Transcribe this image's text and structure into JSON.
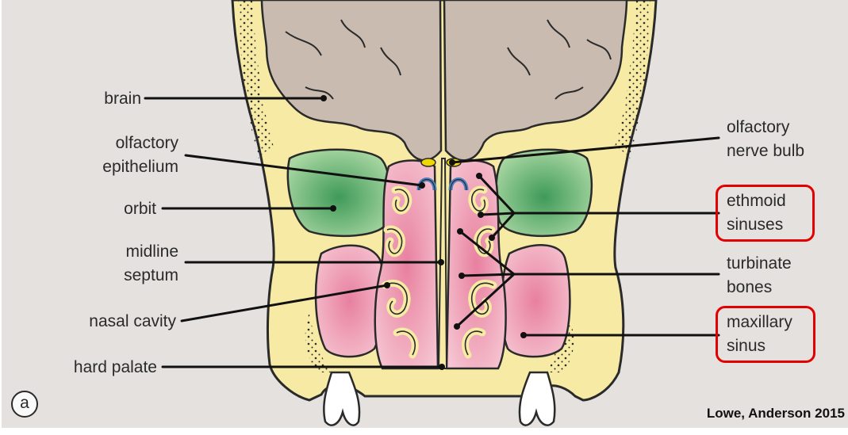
{
  "figure": {
    "panel_letter": "a",
    "credit": "Lowe, Anderson 2015"
  },
  "labels": {
    "brain": "brain",
    "olfactory_epithelium_1": "olfactory",
    "olfactory_epithelium_2": "epithelium",
    "orbit": "orbit",
    "midline_septum_1": "midline",
    "midline_septum_2": "septum",
    "nasal_cavity": "nasal cavity",
    "hard_palate": "hard palate",
    "olfactory_nerve_bulb_1": "olfactory",
    "olfactory_nerve_bulb_2": "nerve bulb",
    "ethmoid_sinuses_1": "ethmoid",
    "ethmoid_sinuses_2": "sinuses",
    "turbinate_bones_1": "turbinate",
    "turbinate_bones_2": "bones",
    "maxillary_sinus_1": "maxillary",
    "maxillary_sinus_2": "sinus"
  },
  "highlighted": [
    "ethmoid sinuses",
    "maxillary sinus"
  ],
  "colors": {
    "background": "#e4e1de",
    "bone": "#f6eaa4",
    "brain": "#c9bbb0",
    "orbit": "#5fae72",
    "sinus_pink": "#ee9fb6",
    "epithelium": "#4a7fc0",
    "highlight_box": "#e30000"
  }
}
